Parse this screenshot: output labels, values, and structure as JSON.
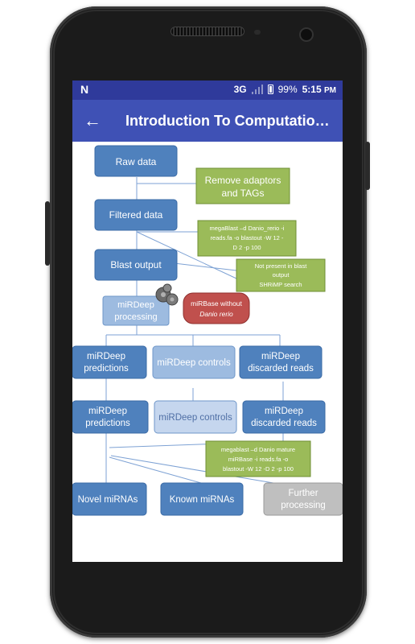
{
  "status": {
    "carrier_icon": "N",
    "network": "3G",
    "battery": "99%",
    "time": "5:15",
    "ampm": "PM"
  },
  "appbar": {
    "back_icon": "arrow-left-icon",
    "title": "Introduction To Computational Biology"
  },
  "diagram": {
    "raw_data": "Raw data",
    "remove_adaptors_1": "Remove adaptors",
    "remove_adaptors_2": "and TAGs",
    "filtered_data": "Filtered data",
    "megablast1_1": "megaBlast –d Danio_rerio -i",
    "megablast1_2": "reads.fa -o blastout -W 12 -",
    "megablast1_3": "D 2 -p 100",
    "blast_output": "Blast output",
    "not_present_1": "Not present in blast",
    "not_present_2": "output",
    "not_present_3": "SHRiMP search",
    "mirdeep_processing_1": "miRDeep",
    "mirdeep_processing_2": "processing",
    "mirbase_1": "miRBase without",
    "mirbase_2": "Danio rerio",
    "pred1_1": "miRDeep",
    "pred1_2": "predictions",
    "controls1": "miRDeep controls",
    "disc1_1": "miRDeep",
    "disc1_2": "discarded reads",
    "pred2_1": "miRDeep",
    "pred2_2": "predictions",
    "controls2": "miRDeep controls",
    "disc2_1": "miRDeep",
    "disc2_2": "discarded reads",
    "megablast2_1": "megablast –d Danio mature",
    "megablast2_2": "miRBase -i reads.fa -o",
    "megablast2_3": "blastout -W 12 -D 2 -p 100",
    "novel": "Novel miRNAs",
    "known": "Known miRNAs",
    "further_1": "Further",
    "further_2": "processing"
  }
}
